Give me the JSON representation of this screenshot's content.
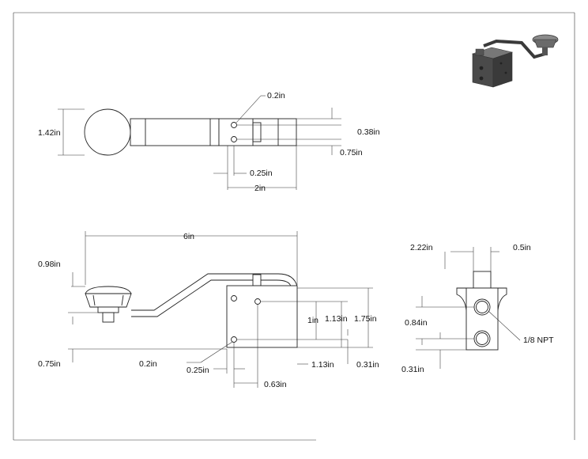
{
  "top_view": {
    "dim_hole_dia": "0.2in",
    "dim_knob_dia": "1.42in",
    "dim_hole_spacing": "0.38in",
    "dim_body_width": "0.75in",
    "dim_hole_offset": "0.25in",
    "dim_body_length": "2in"
  },
  "front_view": {
    "dim_overall_length": "6in",
    "dim_knob_height": "0.98in",
    "dim_shaft_height": "0.75in",
    "dim_hole_dia": "0.2in",
    "dim_hole_offset_a": "0.25in",
    "dim_hole_offset_b": "0.63in",
    "dim_hole_spacing_v": "1in",
    "dim_hole_height": "1.13in",
    "dim_body_height": "1.75in",
    "dim_body_depth": "1.13in",
    "dim_bottom_hole": "0.31in"
  },
  "side_view": {
    "dim_body_width": "2.22in",
    "dim_stem_width": "0.5in",
    "dim_port_spacing": "0.84in",
    "dim_port_bottom": "0.31in",
    "port_label": "1/8 NPT"
  },
  "colors": {
    "line": "#222222",
    "iso_body": "#4a4a4a",
    "iso_knob": "#7a7a7a"
  }
}
